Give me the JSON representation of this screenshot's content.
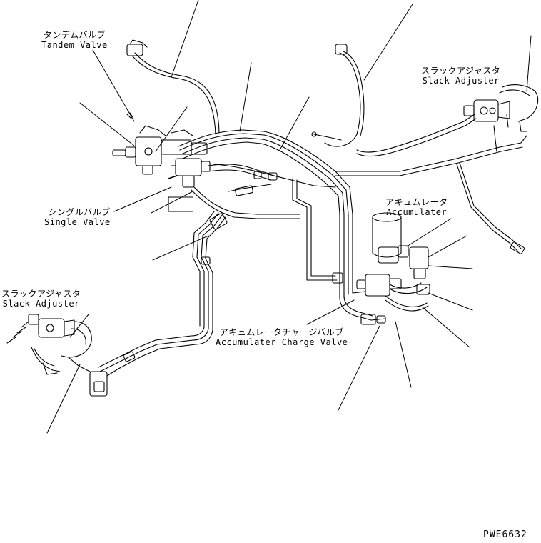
{
  "labels": {
    "tandem_valve": {
      "jp": "タンデムバルブ",
      "en": "Tandem Valve"
    },
    "single_valve": {
      "jp": "シングルバルブ",
      "en": "Single Valve"
    },
    "slack_adjuster_right": {
      "jp": "スラックアジャスタ",
      "en": "Slack Adjuster"
    },
    "slack_adjuster_left": {
      "jp": "スラックアジャスタ",
      "en": "Slack Adjuster"
    },
    "accumulator": {
      "jp": "アキュムレータ",
      "en": "Accumulater"
    },
    "accumulator_charge_valve": {
      "jp": "アキュムレータチャージバルブ",
      "en": "Accumulater Charge Valve"
    }
  },
  "drawing_code": "PWE6632"
}
